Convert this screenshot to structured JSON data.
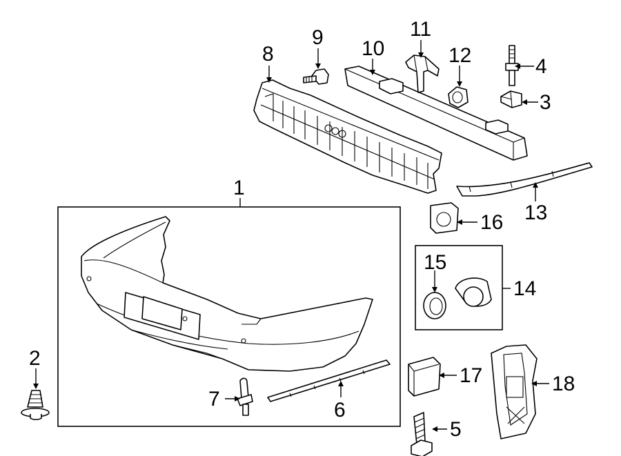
{
  "callouts": [
    {
      "id": "1",
      "part": "rear-bumper-cover"
    },
    {
      "id": "2",
      "part": "push-retainer"
    },
    {
      "id": "3",
      "part": "clip"
    },
    {
      "id": "4",
      "part": "stud"
    },
    {
      "id": "5",
      "part": "bolt"
    },
    {
      "id": "6",
      "part": "lower-molding"
    },
    {
      "id": "7",
      "part": "push-pin"
    },
    {
      "id": "8",
      "part": "energy-absorber"
    },
    {
      "id": "9",
      "part": "screw"
    },
    {
      "id": "10",
      "part": "impact-bar"
    },
    {
      "id": "11",
      "part": "bracket"
    },
    {
      "id": "12",
      "part": "nut"
    },
    {
      "id": "13",
      "part": "side-molding"
    },
    {
      "id": "14",
      "part": "park-sensor-group"
    },
    {
      "id": "15",
      "part": "sensor-retainer"
    },
    {
      "id": "16",
      "part": "mount"
    },
    {
      "id": "17",
      "part": "module"
    },
    {
      "id": "18",
      "part": "side-bracket"
    }
  ]
}
